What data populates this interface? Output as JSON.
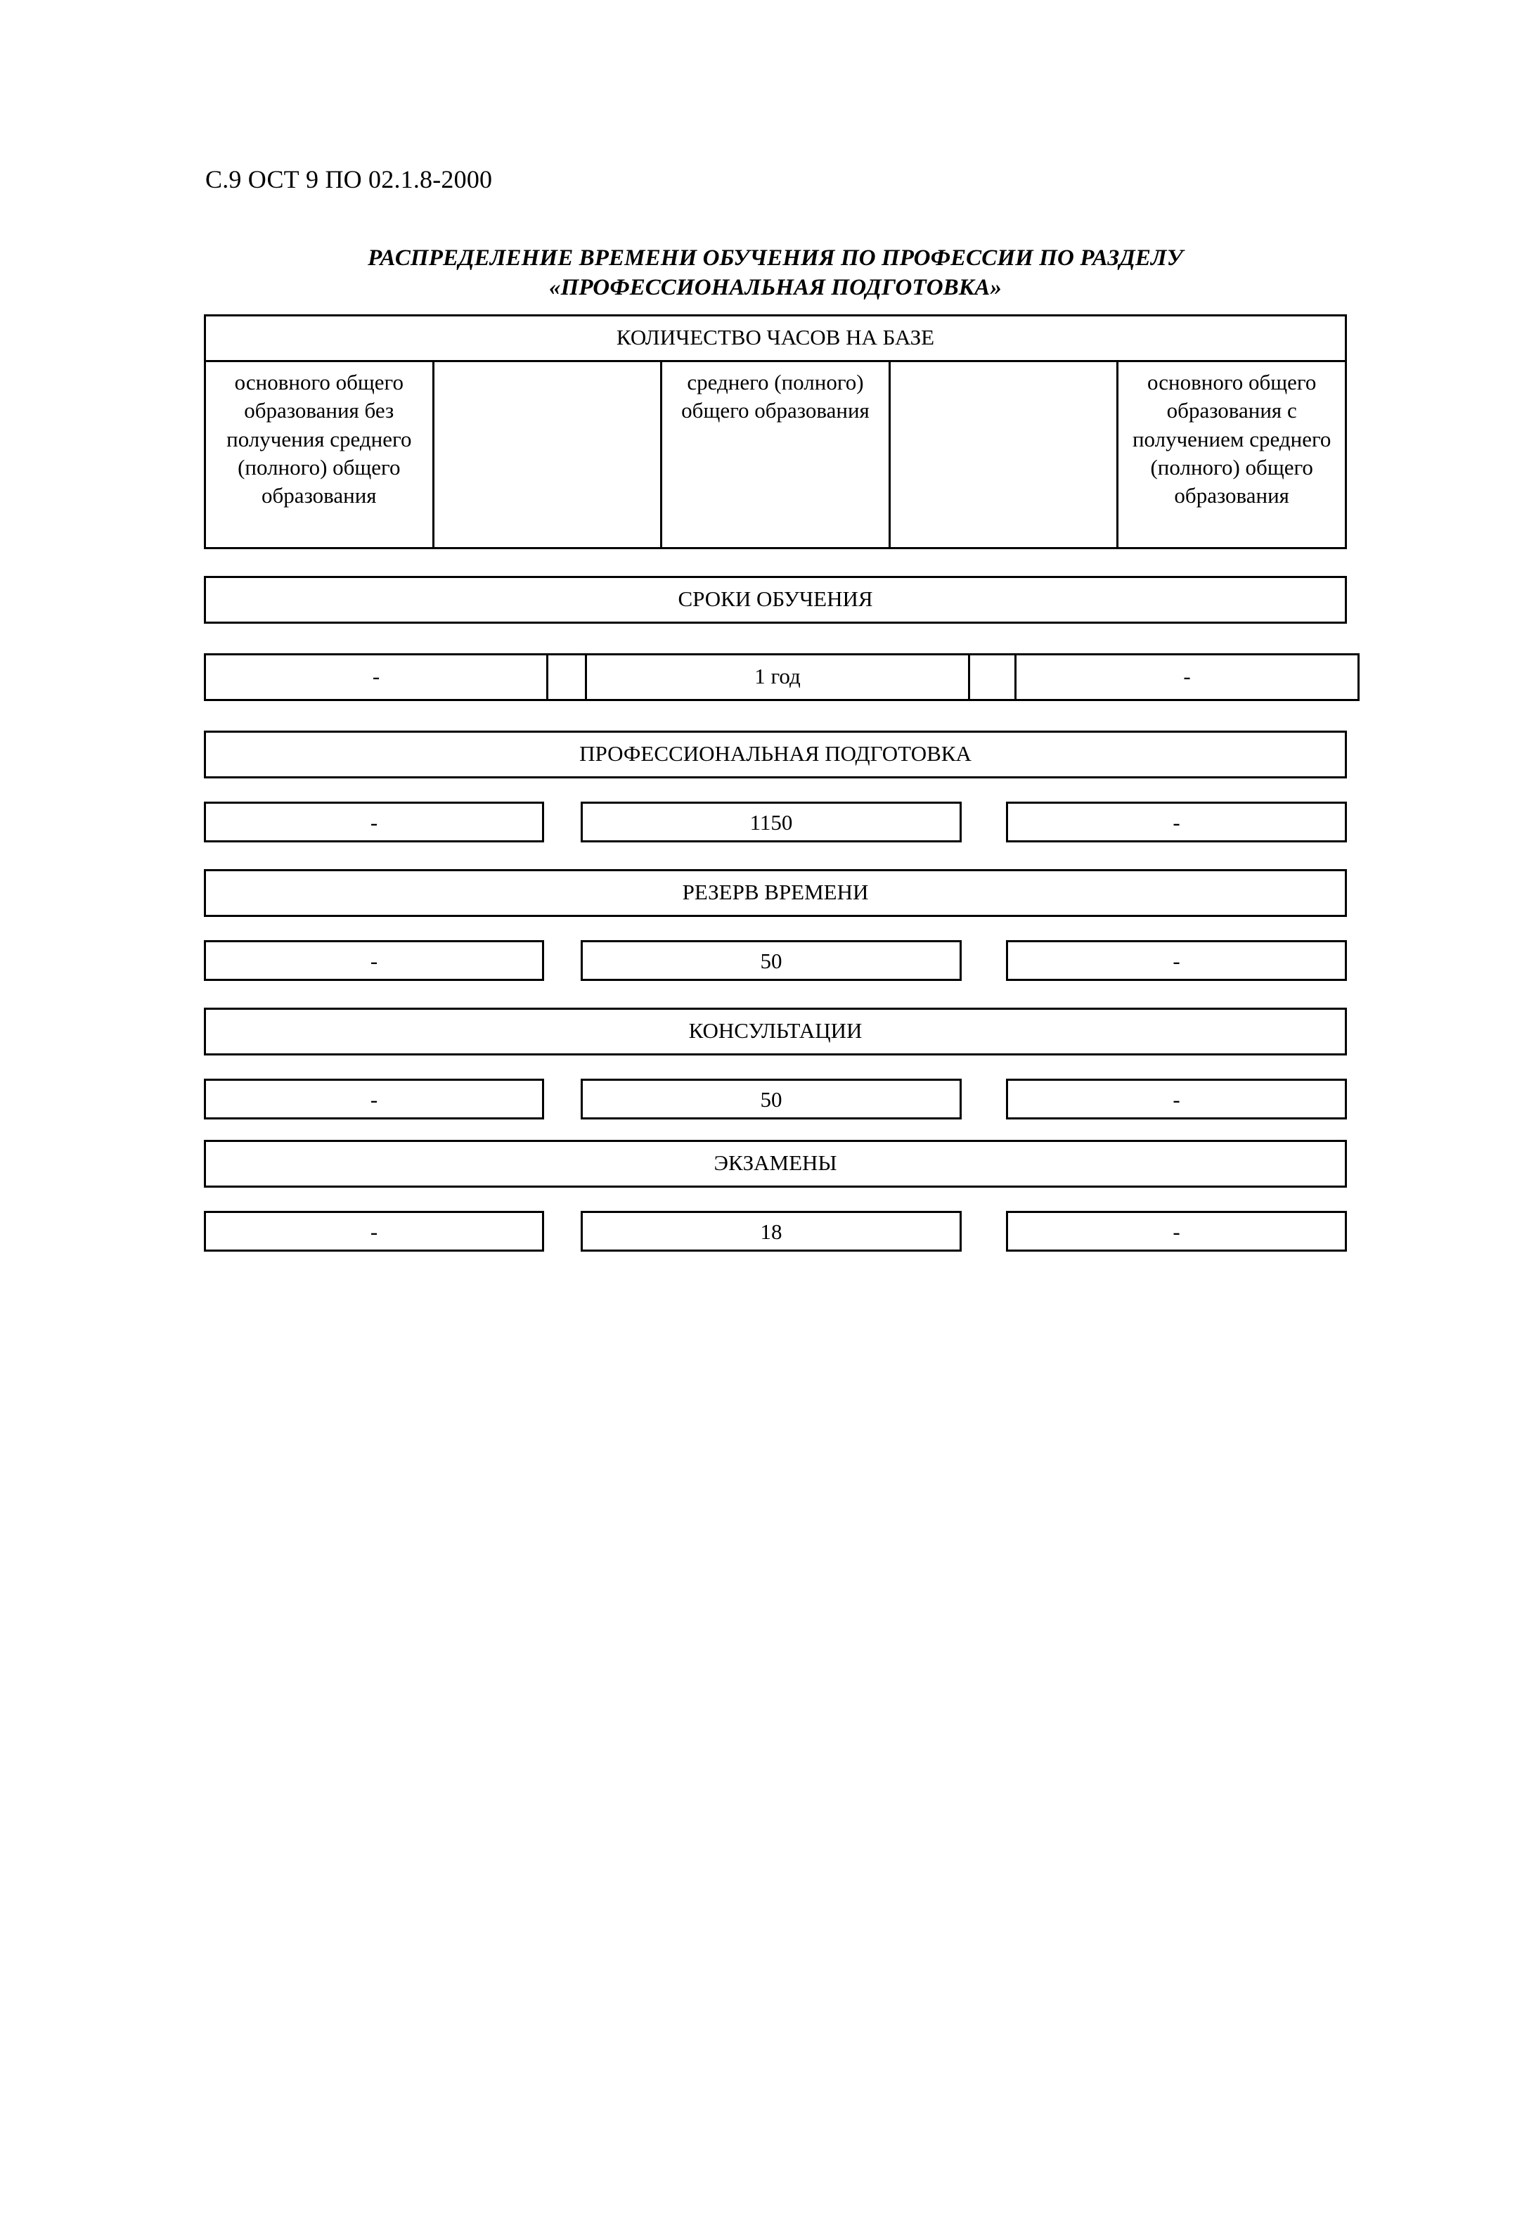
{
  "page": {
    "header": "С.9 ОСТ 9 ПО 02.1.8-2000"
  },
  "title": {
    "line1": "РАСПРЕДЕЛЕНИЕ ВРЕМЕНИ ОБУЧЕНИЯ ПО ПРОФЕССИИ ПО РАЗДЕЛУ",
    "line2": "«ПРОФЕССИОНАЛЬНАЯ ПОДГОТОВКА»"
  },
  "hours_table": {
    "banner": "КОЛИЧЕСТВО ЧАСОВ НА БАЗЕ",
    "columns": [
      "основного общего образования без получения среднего (полного) общего образования",
      "среднего (полного) общего образования",
      "основного общего образования с получением среднего (полного) общего образования"
    ]
  },
  "sections": [
    {
      "banner": "СРОКИ ОБУЧЕНИЯ",
      "values": [
        "-",
        "1 год",
        "-"
      ]
    },
    {
      "banner": "ПРОФЕССИОНАЛЬНАЯ ПОДГОТОВКА",
      "values": [
        "-",
        "1150",
        "-"
      ]
    },
    {
      "banner": "РЕЗЕРВ ВРЕМЕНИ",
      "values": [
        "-",
        "50",
        "-"
      ]
    },
    {
      "banner": "КОНСУЛЬТАЦИИ",
      "values": [
        "-",
        "50",
        "-"
      ]
    },
    {
      "banner": "ЭКЗАМЕНЫ",
      "values": [
        "-",
        "18",
        "-"
      ]
    }
  ]
}
